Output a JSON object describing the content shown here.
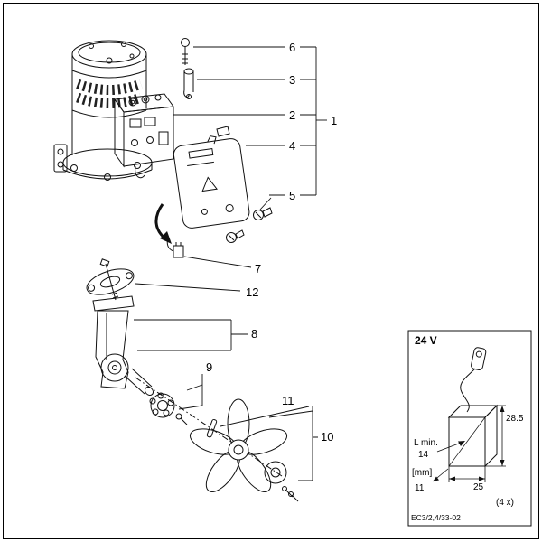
{
  "colors": {
    "ink": "#111111",
    "background": "#ffffff"
  },
  "callouts": {
    "c1": "1",
    "c2": "2",
    "c3": "3",
    "c4": "4",
    "c5": "5",
    "c6": "6",
    "c7": "7",
    "c8": "8",
    "c9": "9",
    "c10": "10",
    "c11": "11",
    "c12": "12"
  },
  "inset": {
    "voltage": "24 V",
    "height_dim": "28.5",
    "l_min_label": "L min.",
    "l_min_value": "14",
    "unit_label": "[mm]",
    "depth_dim": "11",
    "width_dim": "25",
    "quantity": "(4 x)",
    "code": "EC3/2,4/33-02"
  }
}
